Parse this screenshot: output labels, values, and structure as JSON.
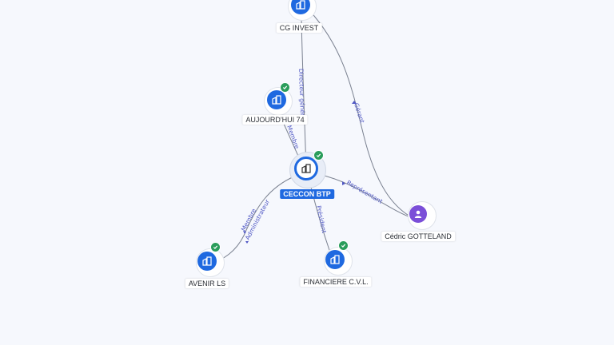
{
  "nodes": {
    "cg_invest": {
      "label": "CG INVEST"
    },
    "aujourdhui": {
      "label": "AUJOURD'HUI 74"
    },
    "ceccon": {
      "label": "CECCON BTP"
    },
    "avenir": {
      "label": "AVENIR LS"
    },
    "financiere": {
      "label": "FINANCIERE C.V.L."
    },
    "cedric": {
      "label": "Cédric GOTTELAND"
    }
  },
  "edges": {
    "directeur_general": "Directeur général",
    "membre": "Membre",
    "gerant": "Gérant",
    "representant": "Représentant",
    "president": "Président",
    "membre_admin_1": "Membre",
    "membre_admin_2": "Administrateur"
  },
  "icons": {
    "company": "building-icon",
    "person": "person-icon",
    "verified": "check-badge-icon"
  },
  "colors": {
    "company": "#1f69e0",
    "person": "#7b4fd8",
    "verified": "#2a9d5b",
    "edge_label": "#4f57c4",
    "background": "#f6f8fd"
  }
}
